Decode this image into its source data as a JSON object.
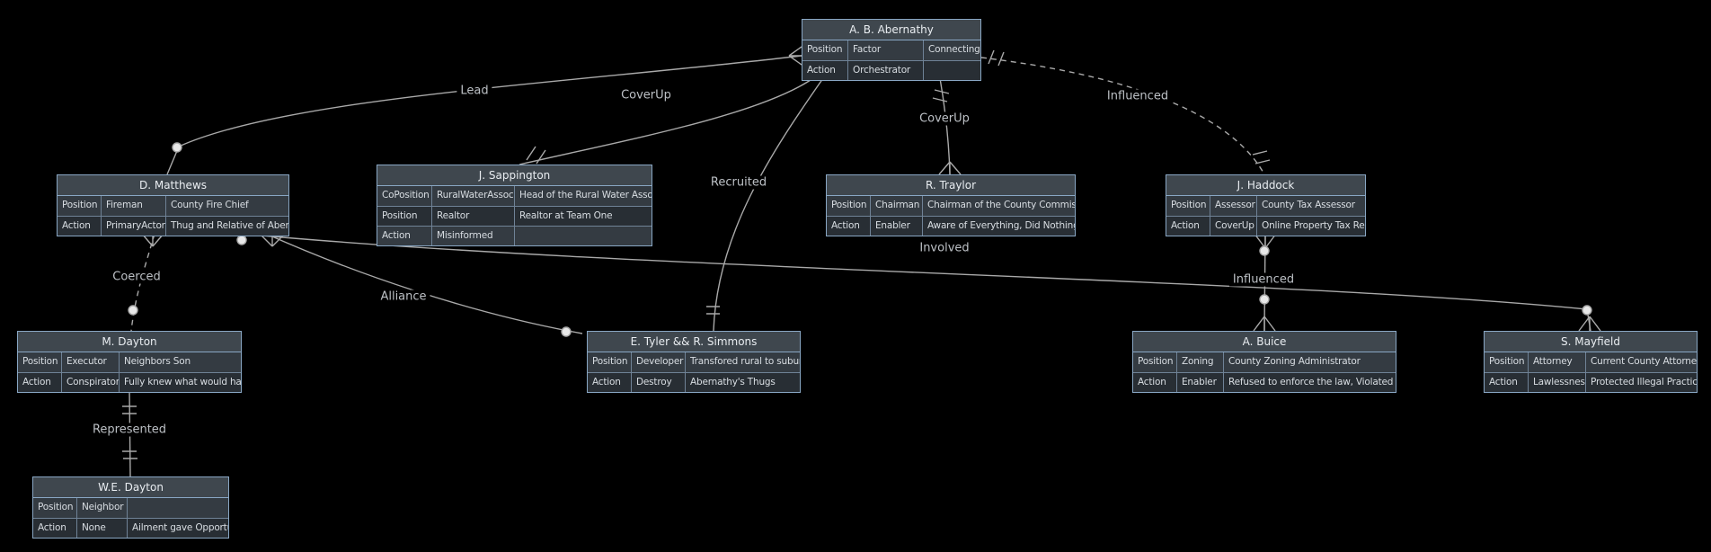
{
  "colors": {
    "background": "#000000",
    "entity_border": "#89a7c4",
    "entity_header": "#3f474e",
    "row_odd": "#343b42",
    "row_even": "#282e34",
    "edge_line": "#a9a9a9",
    "label_text": "#bcc0c5"
  },
  "diagram": {
    "entities": [
      {
        "id": "abernathy",
        "title": "A. B. Abernathy",
        "rows": [
          [
            "Position",
            "Factor",
            "Connecting Factor"
          ],
          [
            "Action",
            "Orchestrator",
            ""
          ]
        ]
      },
      {
        "id": "matthews",
        "title": "D. Matthews",
        "rows": [
          [
            "Position",
            "Fireman",
            "County Fire Chief"
          ],
          [
            "Action",
            "PrimaryActor",
            "Thug and Relative of Abernathy"
          ]
        ]
      },
      {
        "id": "sappington",
        "title": "J. Sappington",
        "rows": [
          [
            "CoPosition",
            "RuralWaterAssoc",
            "Head of the Rural Water Association"
          ],
          [
            "Position",
            "Realtor",
            "Realtor at Team One"
          ],
          [
            "Action",
            "Misinformed",
            ""
          ]
        ]
      },
      {
        "id": "traylor",
        "title": "R. Traylor",
        "rows": [
          [
            "Position",
            "Chairman",
            "Chairman of the County Commissioners"
          ],
          [
            "Action",
            "Enabler",
            "Aware of Everything, Did Nothing..."
          ]
        ]
      },
      {
        "id": "haddock",
        "title": "J. Haddock",
        "rows": [
          [
            "Position",
            "Assessor",
            "County Tax Assessor"
          ],
          [
            "Action",
            "CoverUp",
            "Online Property Tax Records"
          ]
        ]
      },
      {
        "id": "m-dayton",
        "title": "M. Dayton",
        "rows": [
          [
            "Position",
            "Executor",
            "Neighbors Son"
          ],
          [
            "Action",
            "Conspirator",
            "Fully knew what would happen"
          ]
        ]
      },
      {
        "id": "tyler-simmons",
        "title": "E. Tyler && R. Simmons",
        "rows": [
          [
            "Position",
            "Developer",
            "Transfored rural to suburban"
          ],
          [
            "Action",
            "Destroy",
            "Abernathy's Thugs"
          ]
        ]
      },
      {
        "id": "buice",
        "title": "A. Buice",
        "rows": [
          [
            "Position",
            "Zoning",
            "County Zoning Administrator"
          ],
          [
            "Action",
            "Enabler",
            "Refused to enforce the law, Violated the law"
          ]
        ]
      },
      {
        "id": "mayfield",
        "title": "S. Mayfield",
        "rows": [
          [
            "Position",
            "Attorney",
            "Current County Attorney"
          ],
          [
            "Action",
            "Lawlessness",
            "Protected Illegal Practices"
          ]
        ]
      },
      {
        "id": "we-dayton",
        "title": "W.E. Dayton",
        "rows": [
          [
            "Position",
            "Neighbor",
            ""
          ],
          [
            "Action",
            "None",
            "Ailment gave Opportunity"
          ]
        ]
      }
    ],
    "edges": [
      {
        "label": "Lead",
        "from": "A. B. Abernathy",
        "to": "D. Matthews",
        "line": "solid"
      },
      {
        "label": "CoverUp",
        "from": "A. B. Abernathy",
        "to": "J. Sappington",
        "line": "solid"
      },
      {
        "label": "CoverUp",
        "from": "A. B. Abernathy",
        "to": "R. Traylor",
        "line": "solid"
      },
      {
        "label": "Influenced",
        "from": "A. B. Abernathy",
        "to": "J. Haddock",
        "line": "dashed"
      },
      {
        "label": "Recruited",
        "from": "A. B. Abernathy",
        "to": "E. Tyler && R. Simmons",
        "line": "solid"
      },
      {
        "label": "Coerced",
        "from": "D. Matthews",
        "to": "M. Dayton",
        "line": "dashed"
      },
      {
        "label": "Alliance",
        "from": "D. Matthews",
        "to": "E. Tyler && R. Simmons",
        "line": "solid"
      },
      {
        "label": "Involved",
        "from": "D. Matthews",
        "to": "S. Mayfield",
        "line": "solid"
      },
      {
        "label": "Influenced",
        "from": "J. Haddock",
        "to": "A. Buice",
        "line": "solid"
      },
      {
        "label": "Represented",
        "from": "M. Dayton",
        "to": "W.E. Dayton",
        "line": "solid"
      }
    ]
  }
}
